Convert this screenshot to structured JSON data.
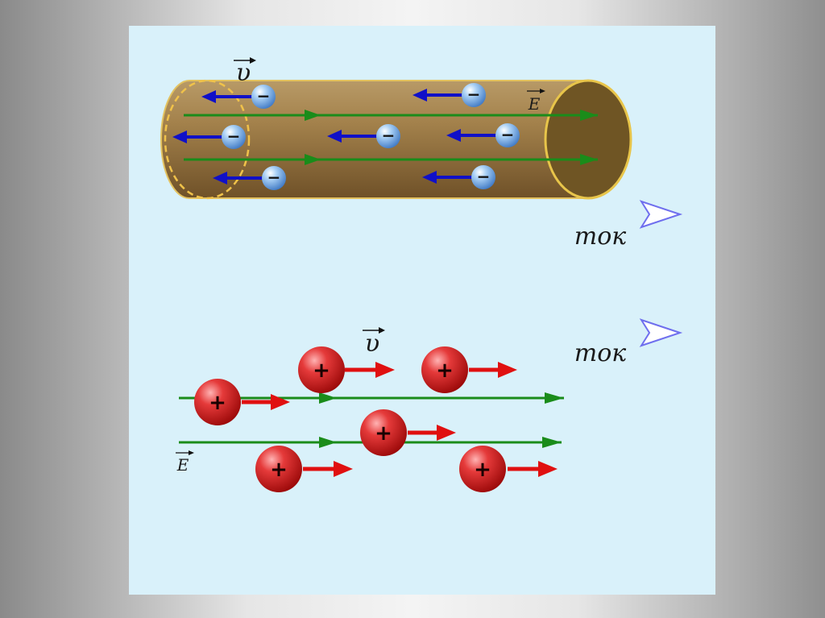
{
  "diagram": {
    "velocity_symbol": "υ",
    "field_symbol": "E",
    "current_label": "ток",
    "negative_sign": "−",
    "positive_sign": "+"
  },
  "colors": {
    "panel": "#d9f1fa",
    "conductor": "#8e6b36",
    "field_lines": "#1a8c1a",
    "electron_velocity": "#1010c8",
    "ion_velocity": "#e01010",
    "current_arrow": "#6f6fee",
    "electron": "#7ab4ea",
    "ion": "#d91c1c"
  }
}
